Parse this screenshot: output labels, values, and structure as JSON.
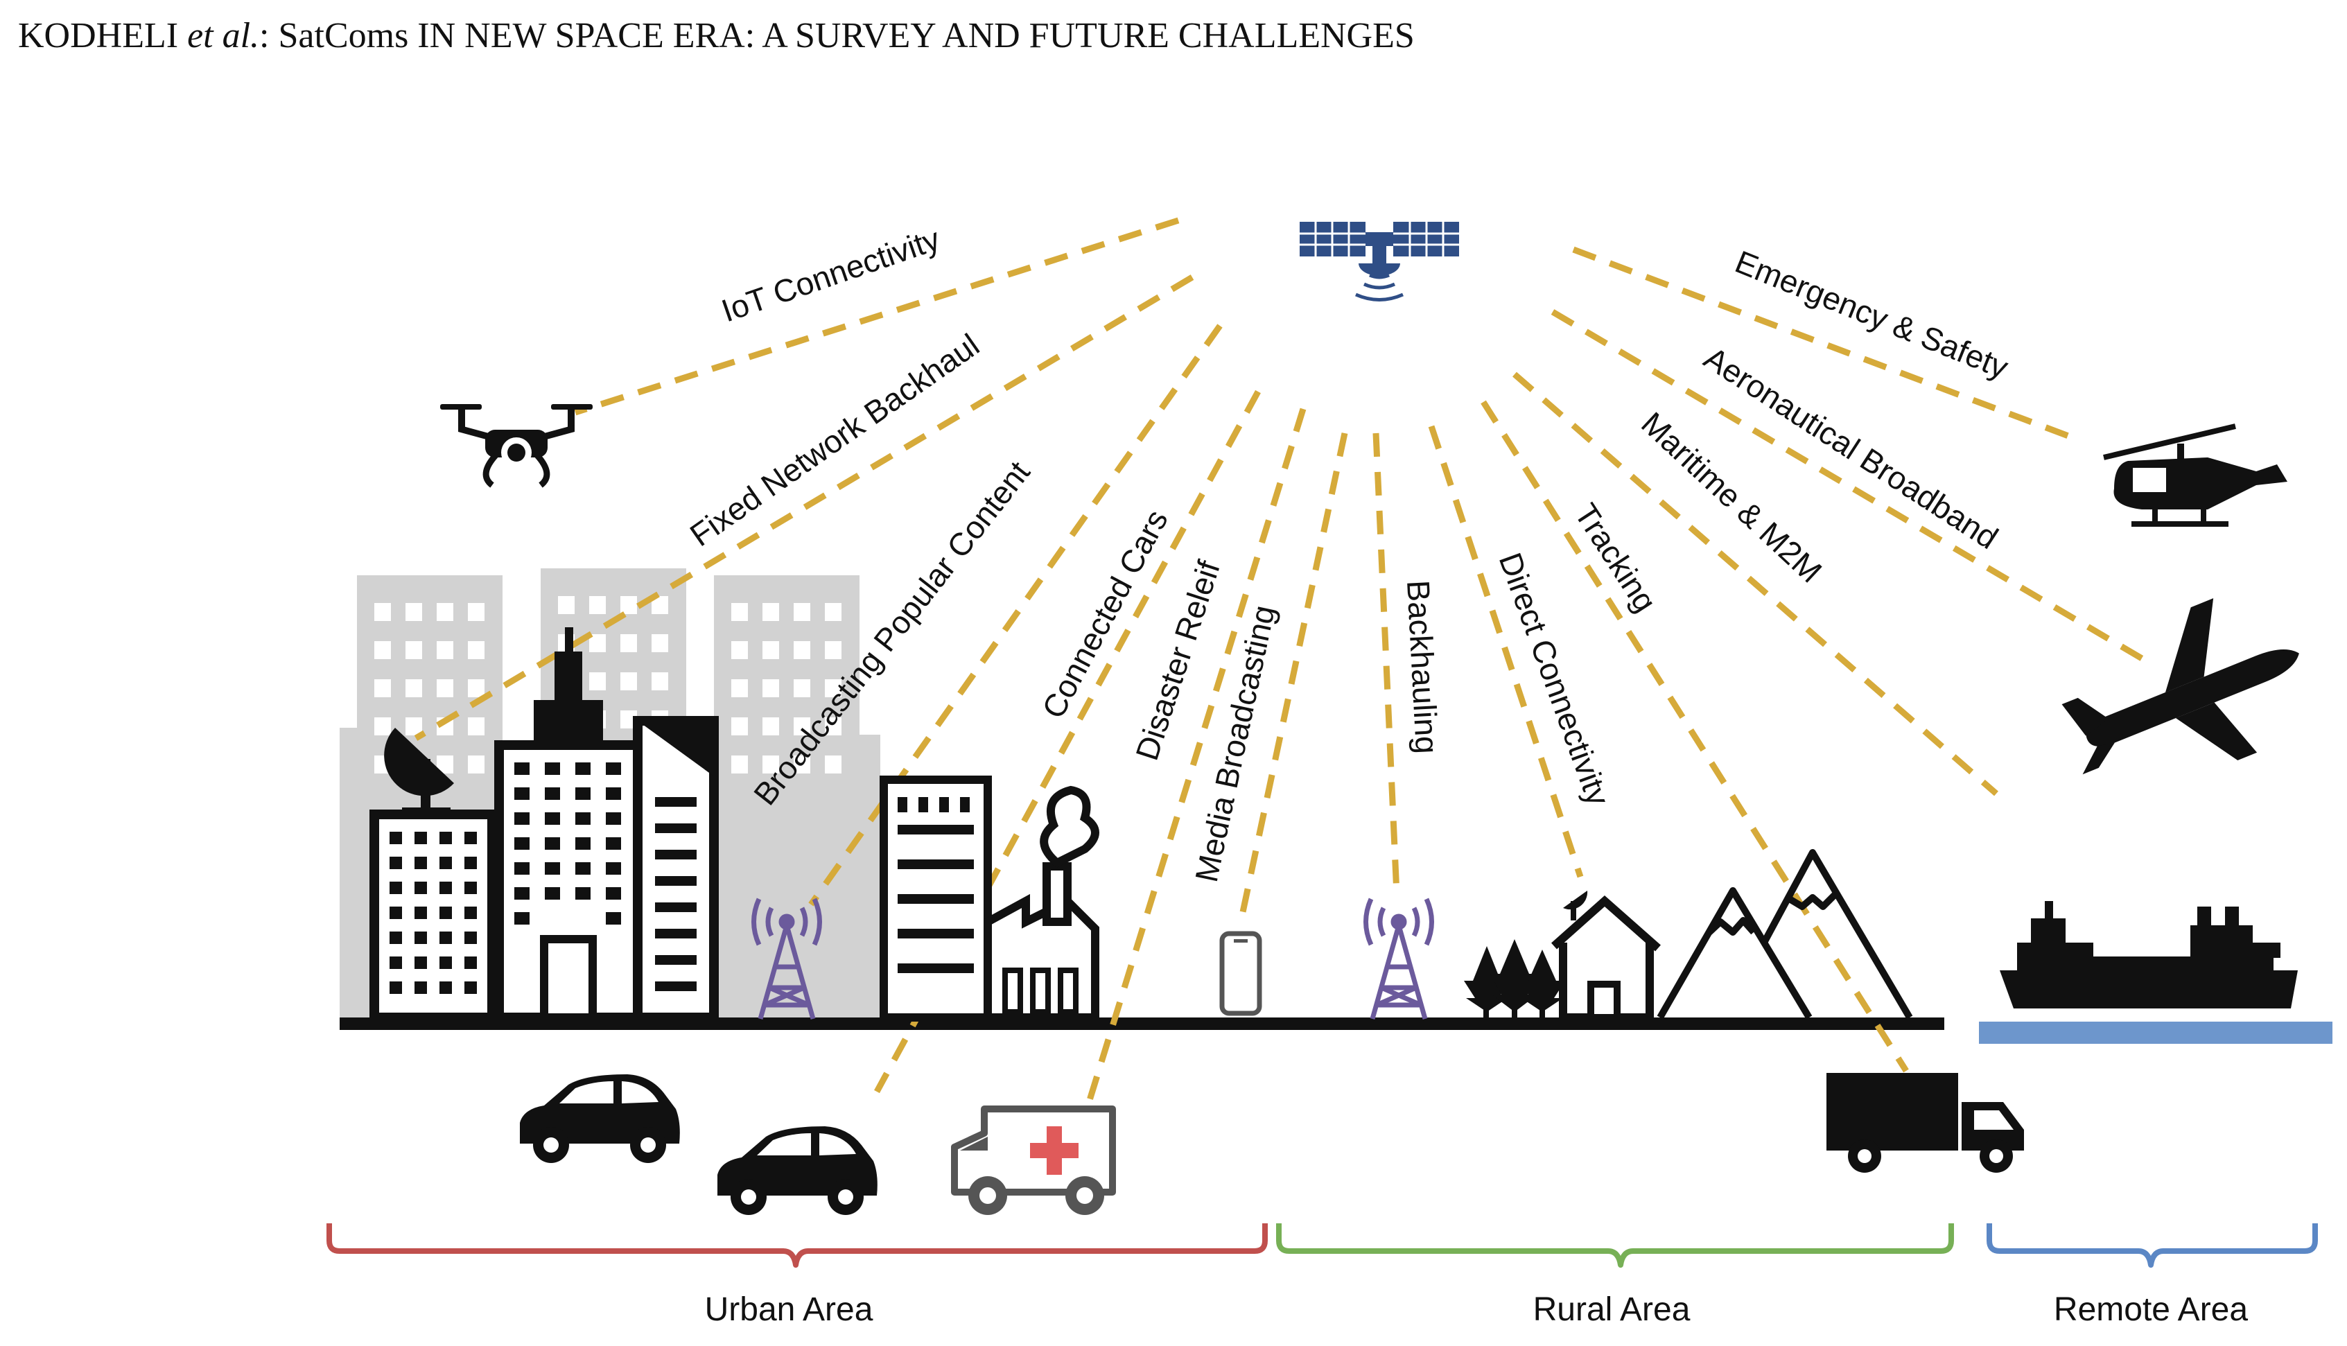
{
  "header": {
    "author": "KODHELI",
    "etal": "et al.",
    "title": ": SatComs IN NEW SPACE ERA: A SURVEY AND FUTURE CHALLENGES"
  },
  "diagram": {
    "links": [
      {
        "id": "iot",
        "label": "IoT Connectivity"
      },
      {
        "id": "backhaul-fixed",
        "label": "Fixed Network Backhaul"
      },
      {
        "id": "broadcast-content",
        "label": "Broadcasting Popular Content"
      },
      {
        "id": "cars",
        "label": "Connected Cars"
      },
      {
        "id": "disaster",
        "label": "Disaster Releif"
      },
      {
        "id": "media",
        "label": "Media Broadcasting"
      },
      {
        "id": "backhauling",
        "label": "Backhauling"
      },
      {
        "id": "direct",
        "label": "Direct Connectivity"
      },
      {
        "id": "tracking",
        "label": "Tracking"
      },
      {
        "id": "maritime",
        "label": "Maritime & M2M"
      },
      {
        "id": "aero",
        "label": "Aeronautical Broadband"
      },
      {
        "id": "emergency",
        "label": "Emergency & Safety"
      }
    ],
    "areas": [
      {
        "id": "urban",
        "label": "Urban Area",
        "color": "#c0504d"
      },
      {
        "id": "rural",
        "label": "Rural Area",
        "color": "#77b056"
      },
      {
        "id": "remote",
        "label": "Remote Area",
        "color": "#5b87c5"
      }
    ],
    "colors": {
      "link": "#d6aa3a",
      "building_gray": "#d2d2d2",
      "icon_dark": "#111111",
      "antenna": "#6b5a9c",
      "water": "#6d96cc",
      "satellite": "#2f4e86",
      "medical_cross": "#e05a5a"
    },
    "icons": [
      "satellite-icon",
      "drone-icon",
      "helicopter-icon",
      "airplane-icon",
      "ship-icon",
      "truck-icon",
      "ambulance-icon",
      "car-icon",
      "smartphone-icon",
      "cell-tower-icon",
      "house-icon",
      "mountain-icon",
      "tree-icon",
      "factory-icon",
      "satellite-dish-icon",
      "building-icon"
    ]
  }
}
